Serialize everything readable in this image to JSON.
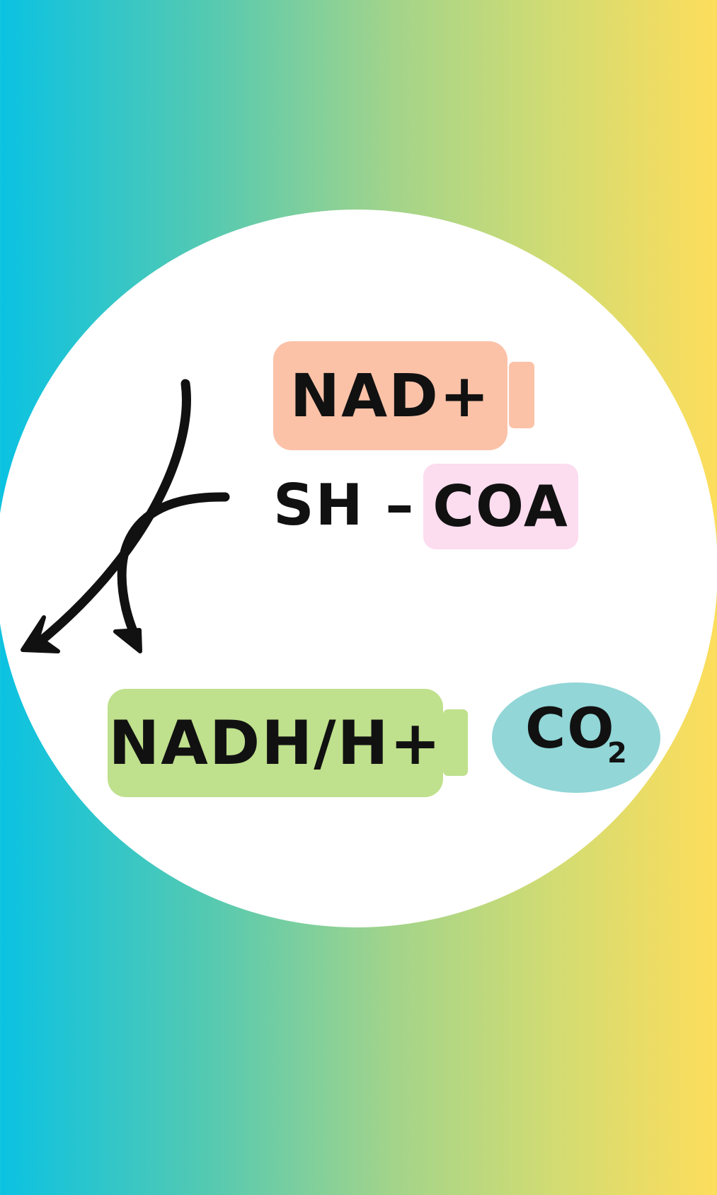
{
  "reactants": {
    "nad": "NAD+",
    "sh": "SH –",
    "coa": "COA"
  },
  "products": {
    "nadh": "NADH/H+",
    "co2": "CO",
    "co2_subscript": "2"
  },
  "colors": {
    "nad_battery": "#fbc2a8",
    "coa_box": "#fcdcef",
    "nadh_battery": "#bfe08c",
    "co2_ellipse": "#92d6d7",
    "gradient_left": "#0bc2e2",
    "gradient_right": "#fddd5c"
  },
  "icons": {
    "reactant_arrow": "curved-arrow-icon",
    "nad_shape": "battery-icon",
    "nadh_shape": "battery-icon"
  }
}
